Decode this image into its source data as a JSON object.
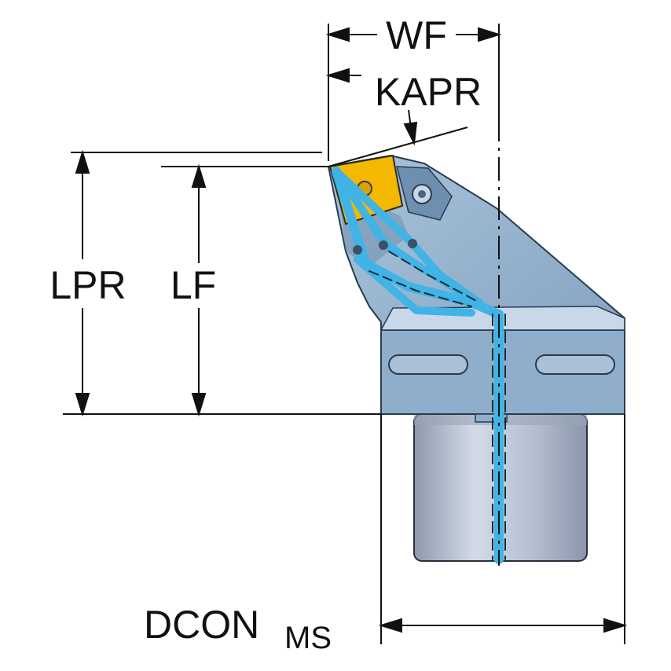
{
  "labels": {
    "wf": "WF",
    "kapr": "KAPR",
    "lpr": "LPR",
    "lf": "LF",
    "dcon": "DCON",
    "dcon_sub": "MS"
  },
  "colors": {
    "line": "#111111",
    "body": "#8eaecb",
    "body_dark": "#5f84a8",
    "insert": "#f5b800",
    "coolant": "#3fb4e5",
    "shank": "#b7c2d4"
  }
}
